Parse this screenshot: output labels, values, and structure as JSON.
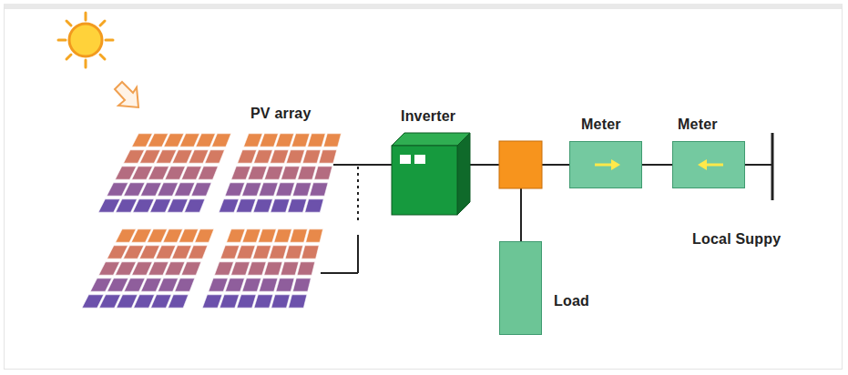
{
  "diagram": {
    "nodes": [
      {
        "text": [
          "PV array"
        ]
      },
      {
        "text": [
          "Inverter"
        ]
      },
      {
        "text": [
          "Meter"
        ]
      },
      {
        "text": [
          "Meter"
        ]
      },
      {
        "text": [
          "Load"
        ]
      }
    ],
    "edges": [
      {
        "from": 0,
        "to": 1,
        "arrow": "none"
      },
      {
        "from": 1,
        "to": 2,
        "arrow": "none"
      },
      {
        "from": 1,
        "to": 4,
        "arrow": "none"
      },
      {
        "from": 2,
        "to": 3,
        "arrow": "none"
      }
    ],
    "labels": [
      "Local Suppy"
    ]
  }
}
